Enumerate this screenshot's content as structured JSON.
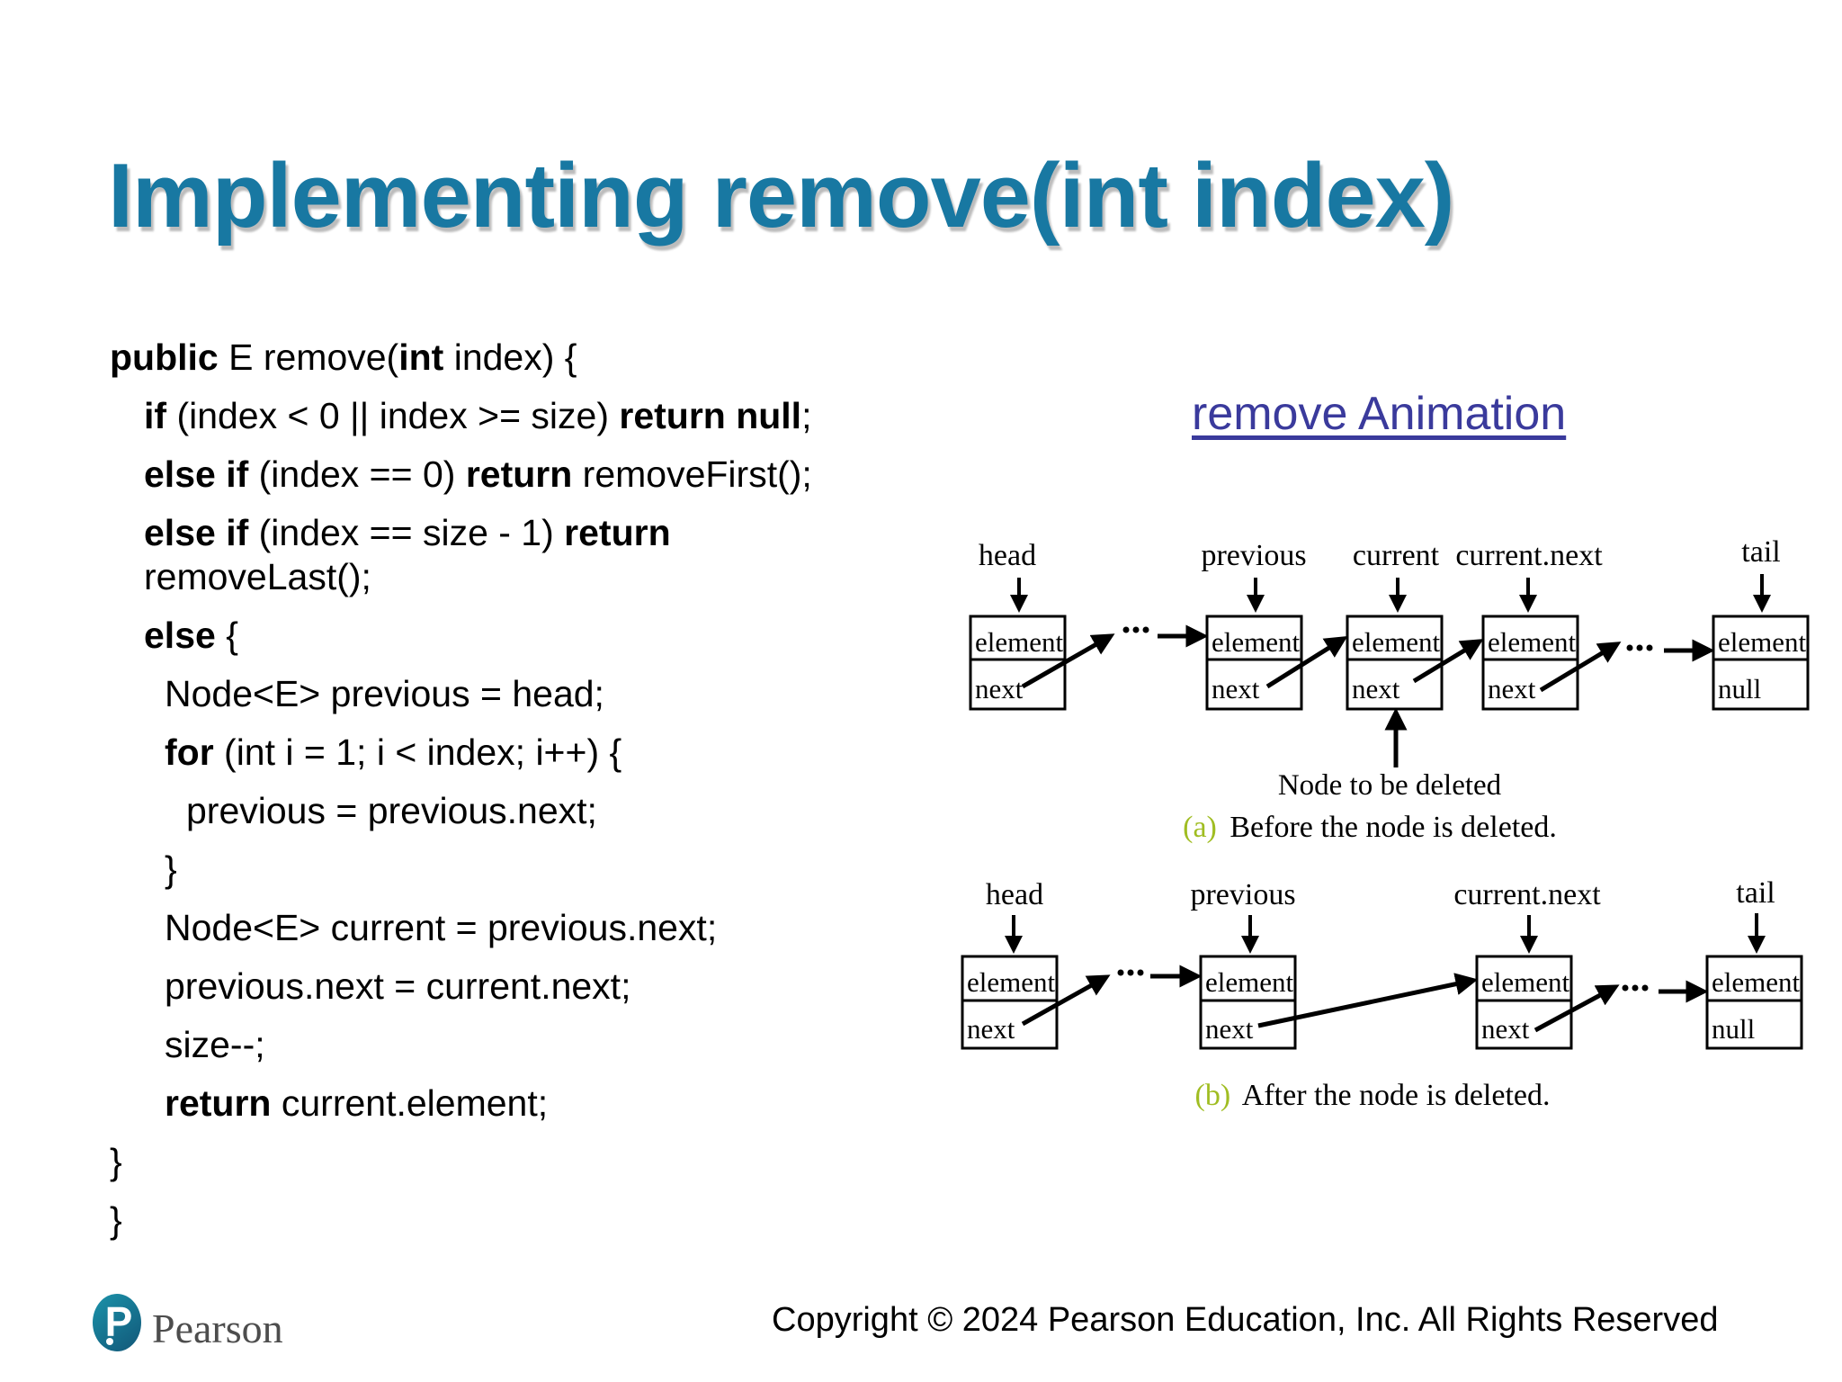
{
  "page": {
    "title": "Implementing remove(int index)",
    "copyright": "Copyright © 2024 Pearson Education, Inc. All Rights Reserved"
  },
  "colors": {
    "title": "#1878a2",
    "link": "#3a3a9c",
    "caption": "#a0bd22",
    "logoTop": "#1b93aa",
    "logoBottom": "#135e7e",
    "logoText": "#4d4d4d"
  },
  "animation_link": {
    "label": "remove Animation"
  },
  "logo": {
    "brand": "Pearson",
    "monogram": "P"
  },
  "code": {
    "lines": [
      {
        "indent": 0,
        "gap": 0,
        "segments": [
          {
            "t": "public",
            "b": 1
          },
          {
            "t": " E remove(",
            "b": 0
          },
          {
            "t": "int",
            "b": 1
          },
          {
            "t": " index) {",
            "b": 0
          }
        ]
      },
      {
        "indent": 1,
        "gap": 1,
        "segments": [
          {
            "t": "if",
            "b": 1
          },
          {
            "t": " (index < 0 || index >= size) ",
            "b": 0
          },
          {
            "t": "return null",
            "b": 1
          },
          {
            "t": ";",
            "b": 0
          }
        ]
      },
      {
        "indent": 1,
        "gap": 1,
        "segments": [
          {
            "t": "else if",
            "b": 1
          },
          {
            "t": " (index == 0) ",
            "b": 0
          },
          {
            "t": "return",
            "b": 1
          },
          {
            "t": " removeFirst();",
            "b": 0
          }
        ]
      },
      {
        "indent": 1,
        "gap": 1,
        "segments": [
          {
            "t": "else if",
            "b": 1
          },
          {
            "t": " (index == size - 1) ",
            "b": 0
          },
          {
            "t": "return",
            "b": 1
          }
        ]
      },
      {
        "indent": 1,
        "gap": 0,
        "segments": [
          {
            "t": "removeLast();",
            "b": 0
          }
        ]
      },
      {
        "indent": 1,
        "gap": 1,
        "segments": [
          {
            "t": "else",
            "b": 1
          },
          {
            "t": " {",
            "b": 0
          }
        ]
      },
      {
        "indent": 2,
        "gap": 1,
        "segments": [
          {
            "t": "Node<E> previous = head;",
            "b": 0
          }
        ]
      },
      {
        "indent": 2,
        "gap": 1,
        "segments": [
          {
            "t": "for",
            "b": 1
          },
          {
            "t": " (int i = 1; i < index; i++) {",
            "b": 0
          }
        ]
      },
      {
        "indent": 3,
        "gap": 1,
        "segments": [
          {
            "t": "previous = previous.next;",
            "b": 0
          }
        ]
      },
      {
        "indent": 2,
        "gap": 1,
        "segments": [
          {
            "t": "}",
            "b": 0
          }
        ]
      },
      {
        "indent": 2,
        "gap": 1,
        "segments": [
          {
            "t": "Node<E> current = previous.next;",
            "b": 0
          }
        ]
      },
      {
        "indent": 2,
        "gap": 1,
        "segments": [
          {
            "t": "previous.next = current.next;",
            "b": 0
          }
        ]
      },
      {
        "indent": 2,
        "gap": 1,
        "segments": [
          {
            "t": "size--;",
            "b": 0
          }
        ]
      },
      {
        "indent": 2,
        "gap": 1,
        "segments": [
          {
            "t": "return",
            "b": 1
          },
          {
            "t": " current.element;",
            "b": 0
          }
        ]
      },
      {
        "indent": 0,
        "gap": 1,
        "segments": [
          {
            "t": "}",
            "b": 0
          }
        ]
      },
      {
        "indent": 0,
        "gap": 1,
        "segments": [
          {
            "t": "}",
            "b": 0
          }
        ]
      }
    ]
  },
  "diagram_a": {
    "labels": {
      "head": "head",
      "previous": "previous",
      "current": "current",
      "current_next": "current.next",
      "tail": "tail"
    },
    "node1": {
      "top": "element",
      "bottom": "next"
    },
    "node2": {
      "top": "element",
      "bottom": "next"
    },
    "node3": {
      "top": "element",
      "bottom": "next"
    },
    "node4": {
      "top": "element",
      "bottom": "next"
    },
    "node5": {
      "top": "element",
      "bottom": "null"
    },
    "annotation": "Node to be deleted",
    "caption_marker": "(a)",
    "caption": " Before the node is deleted."
  },
  "diagram_b": {
    "labels": {
      "head": "head",
      "previous": "previous",
      "current_next": "current.next",
      "tail": "tail"
    },
    "node1": {
      "top": "element",
      "bottom": "next"
    },
    "node2": {
      "top": "element",
      "bottom": "next"
    },
    "node3": {
      "top": "element",
      "bottom": "next"
    },
    "node4": {
      "top": "element",
      "bottom": "null"
    },
    "caption_marker": "(b)",
    "caption": " After the node is deleted."
  }
}
